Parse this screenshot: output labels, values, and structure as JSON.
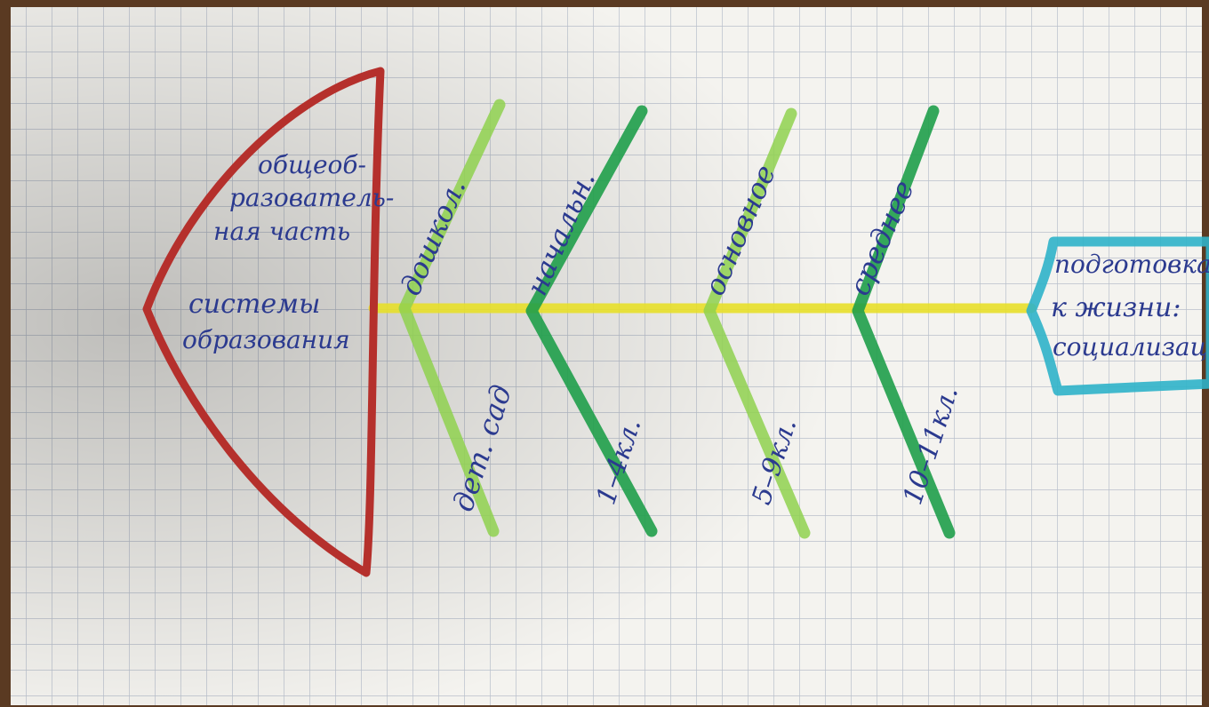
{
  "head": {
    "lines_top": [
      "общеоб-",
      "разователь-",
      "ная часть"
    ],
    "lines_bottom": [
      "системы",
      "образования"
    ],
    "color": "#b5302c"
  },
  "bones": [
    {
      "upper": "дошкол.",
      "lower": "дет. сад",
      "color": "#8fd14f"
    },
    {
      "upper": "начальн.",
      "lower": "1–4кл.",
      "color": "#1f9e4a"
    },
    {
      "upper": "основное",
      "lower": "5–9кл.",
      "color": "#8fd14f"
    },
    {
      "upper": "среднее",
      "lower": "10–11кл.",
      "color": "#1f9e4a"
    }
  ],
  "tail": {
    "lines": [
      "подготовка",
      "к жизни:",
      "социализация"
    ],
    "color": "#2fb3c9"
  },
  "spine": {
    "color": "#e8e02a"
  },
  "ink_color": "#2b3a8f"
}
